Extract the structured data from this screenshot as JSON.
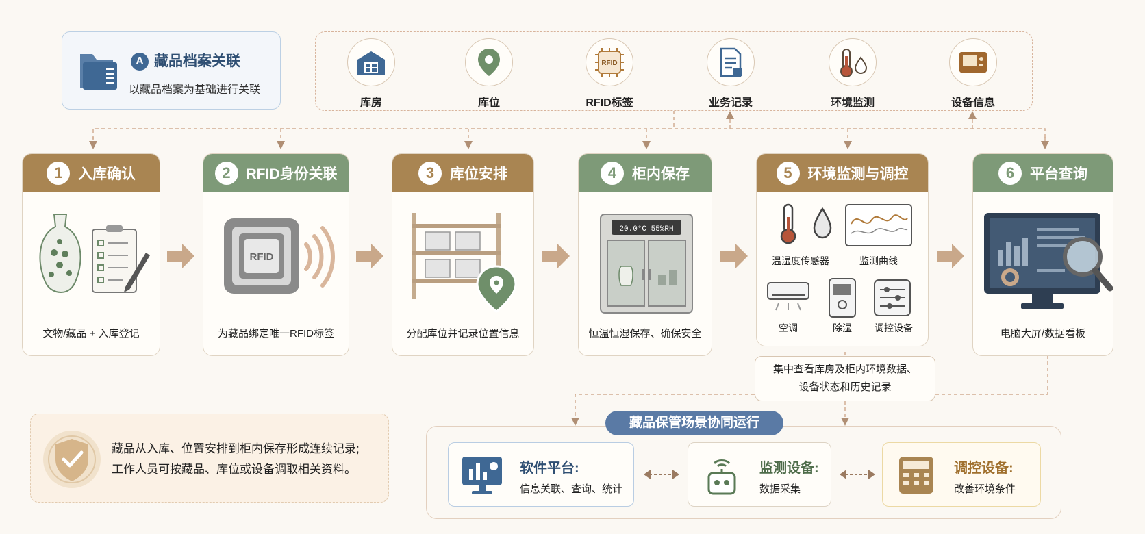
{
  "archive_card": {
    "badge": "A",
    "title": "藏品档案关联",
    "subtitle": "以藏品档案为基础进行关联"
  },
  "entities": [
    {
      "label": "库房",
      "icon": "warehouse-icon"
    },
    {
      "label": "库位",
      "icon": "location-pin-icon"
    },
    {
      "label": "RFID标签",
      "icon": "rfid-chip-icon",
      "icon_text": "RFID"
    },
    {
      "label": "业务记录",
      "icon": "document-record-icon"
    },
    {
      "label": "环境监测",
      "icon": "thermometer-droplet-icon"
    },
    {
      "label": "设备信息",
      "icon": "device-icon"
    }
  ],
  "steps": [
    {
      "num": "1",
      "title": "入库确认",
      "caption": "文物/藏品 + 入库登记"
    },
    {
      "num": "2",
      "title": "RFID身份关联",
      "caption": "为藏品绑定唯一RFID标签",
      "tag_text": "RFID"
    },
    {
      "num": "3",
      "title": "库位安排",
      "caption": "分配库位并记录位置信息"
    },
    {
      "num": "4",
      "title": "柜内保存",
      "caption": "恒温恒湿保存、确保安全",
      "display_text": "20.0°C  55%RH"
    },
    {
      "num": "5",
      "title": "环境监测与调控",
      "items": [
        "温湿度传感器",
        "监测曲线",
        "空调",
        "除湿",
        "调控设备"
      ]
    },
    {
      "num": "6",
      "title": "平台查询",
      "caption": "电脑大屏/数据看板"
    }
  ],
  "platform_note": {
    "line1": "集中查看库房及柜内环境数据、",
    "line2": "设备状态和历史记录"
  },
  "info": {
    "line1": "藏品从入库、位置安排到柜内保存形成连续记录;",
    "line2": "工作人员可按藏品、库位或设备调取相关资料。"
  },
  "collaboration": {
    "title": "藏品保管场景协同运行",
    "cards": [
      {
        "title": "软件平台:",
        "subtitle": "信息关联、查询、统计"
      },
      {
        "title": "监测设备:",
        "subtitle": "数据采集"
      },
      {
        "title": "调控设备:",
        "subtitle": "改善环境条件"
      }
    ]
  },
  "colors": {
    "brown": "#a98552",
    "green": "#7e9a78",
    "blue": "#3f6894",
    "arrow": "#c9a88a",
    "dash": "#d8b49c"
  }
}
